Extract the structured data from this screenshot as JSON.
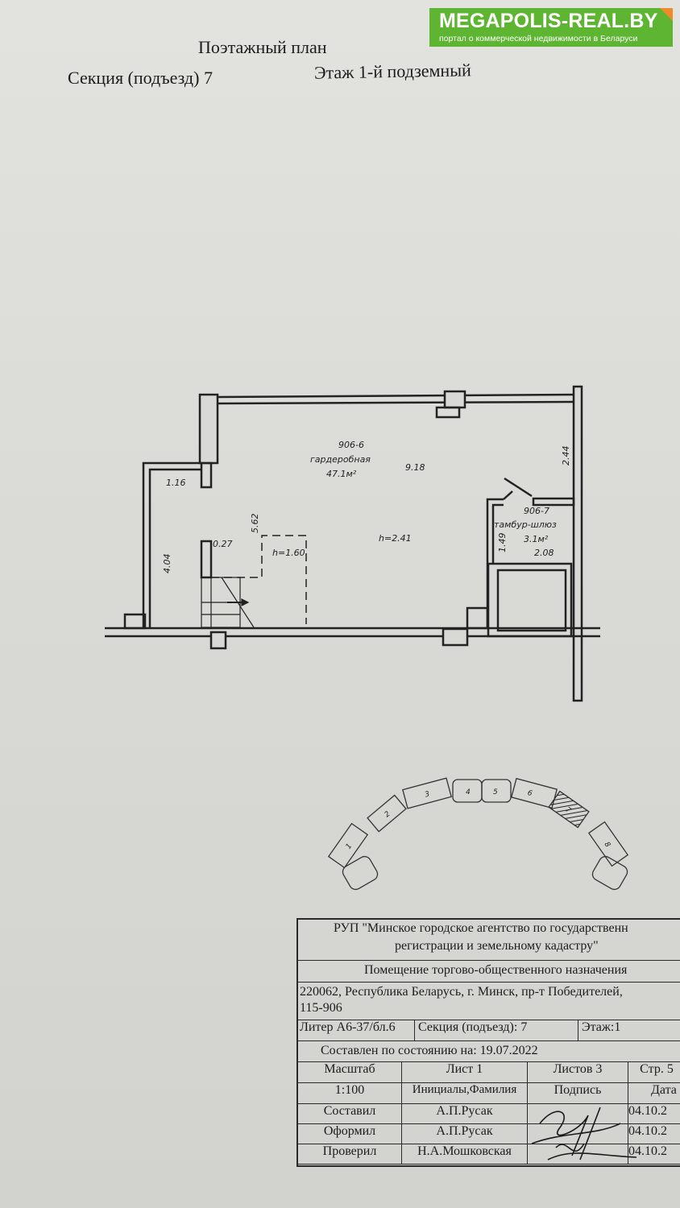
{
  "header": {
    "title": "Поэтажный план",
    "section": "Секция (подъезд) 7",
    "floor": "Этаж 1-й подземный"
  },
  "watermark": {
    "site": "MEGAPOLIS-REAL.BY",
    "tagline": "портал о коммерческой недвижимости в Беларуси",
    "color": "#5db531"
  },
  "plan": {
    "rooms": [
      {
        "id": "906-6",
        "name": "гардеробная",
        "area": "47.1м²"
      },
      {
        "id": "906-7",
        "name": "тамбур-шлюз",
        "area": "3.1м²"
      }
    ],
    "dimensions": [
      "9.18",
      "2.44",
      "1.16",
      "5.62",
      "4.04",
      "0.27",
      "1.49",
      "2.08"
    ],
    "heights": [
      "h=2.41",
      "h=1.60"
    ]
  },
  "key_plan": {
    "sections": [
      "1",
      "2",
      "3",
      "4",
      "5",
      "6",
      "7",
      "8"
    ]
  },
  "title_block": {
    "org_line1": "РУП \"Минское городское агентство по государственн",
    "org_line2": "регистрации и земельному кадастру\"",
    "purpose": "Помещение торгово-общественного назначения",
    "address_line1": "220062, Республика Беларусь, г. Минск, пр-т Победителей,",
    "address_line2": "115-906",
    "liter": "Литер А6-37/бл.6",
    "section": "Секция (подъезд): 7",
    "floor": "Этаж:1",
    "compiled_as_of": "Составлен по состоянию на: 19.07.2022",
    "scale_label": "Масштаб",
    "sheet": "Лист  1",
    "sheets": "Листов  3",
    "page": "Стр.  5",
    "scale": "1:100",
    "names_header": "Инициалы,Фамилия",
    "signature_header": "Подпись",
    "date_header": "Дата",
    "people": [
      {
        "role": "Составил",
        "name": "А.П.Русак",
        "date": "04.10.2"
      },
      {
        "role": "Оформил",
        "name": "А.П.Русак",
        "date": "04.10.2"
      },
      {
        "role": "Проверил",
        "name": "Н.А.Мошковская",
        "date": "04.10.2"
      }
    ]
  }
}
